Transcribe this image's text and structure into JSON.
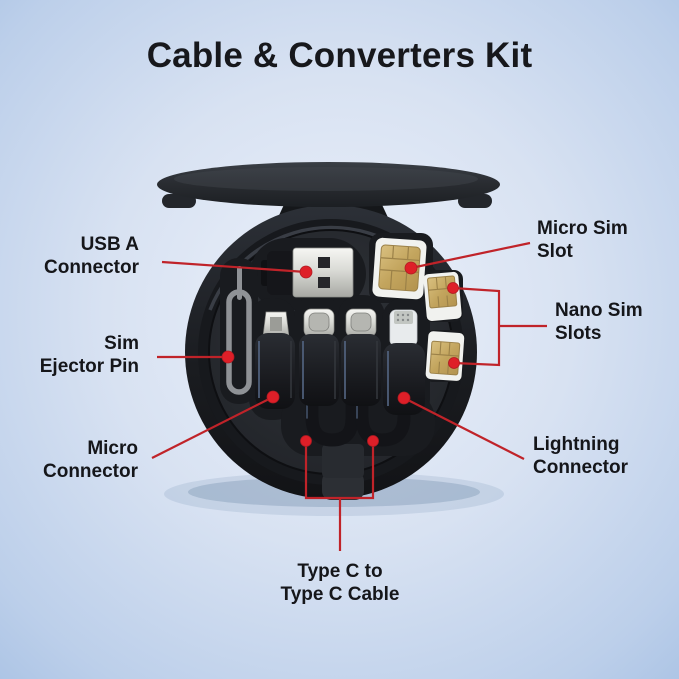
{
  "title": "Cable & Converters Kit",
  "labels": {
    "usb_a": "USB A\nConnector",
    "sim_ejector_pin": "Sim\nEjector Pin",
    "micro_connector": "Micro\nConnector",
    "micro_sim_slot": "Micro Sim\nSlot",
    "nano_sim_slots": "Nano Sim\nSlots",
    "lightning_connector": "Lightning\nConnector",
    "type_c_cable": "Type C to\nType C Cable"
  },
  "colors": {
    "background_blue": "#7aa1d3",
    "callout_line_red": "#c02329",
    "callout_dot_red": "#de1f28",
    "label_text": "#15161a",
    "case_black": "#1a1c20",
    "sim_gold": "#c3a55e",
    "metal_silver": "#dadbd6"
  }
}
